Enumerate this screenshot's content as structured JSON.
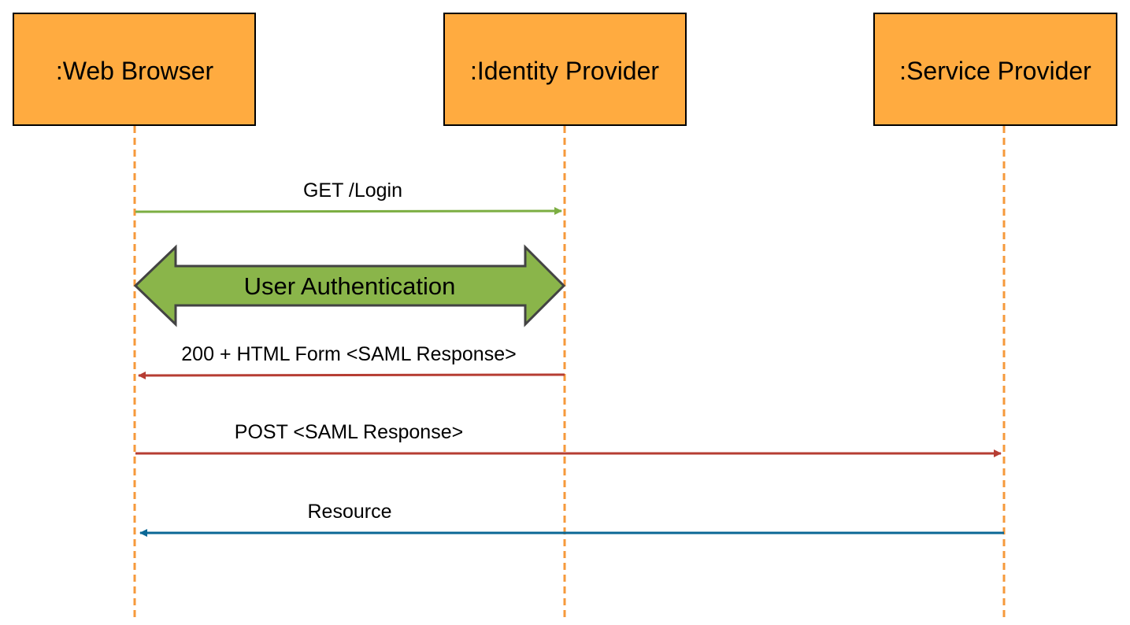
{
  "participants": [
    {
      "id": "browser",
      "label": ":Web Browser"
    },
    {
      "id": "idp",
      "label": ":Identity Provider"
    },
    {
      "id": "sp",
      "label": ":Service Provider"
    }
  ],
  "messages": [
    {
      "label": "GET /Login",
      "from": "browser",
      "to": "idp",
      "color": "#7cae42"
    },
    {
      "label": "User Authentication",
      "between": [
        "browser",
        "idp"
      ],
      "kind": "bidirectional-block",
      "color": "#8ab54a"
    },
    {
      "label": "200 + HTML Form <SAML Response>",
      "from": "idp",
      "to": "browser",
      "color": "#b63d33"
    },
    {
      "label": "POST <SAML Response>",
      "from": "browser",
      "to": "sp",
      "color": "#b63d33"
    },
    {
      "label": "Resource",
      "from": "sp",
      "to": "browser",
      "color": "#0a6796"
    }
  ],
  "colors": {
    "participant_fill": "#ffab40",
    "lifeline": "#f6993b",
    "get_login": "#7cae42",
    "user_auth": "#8ab54a",
    "saml_response": "#b63d33",
    "resource": "#0a6796"
  }
}
